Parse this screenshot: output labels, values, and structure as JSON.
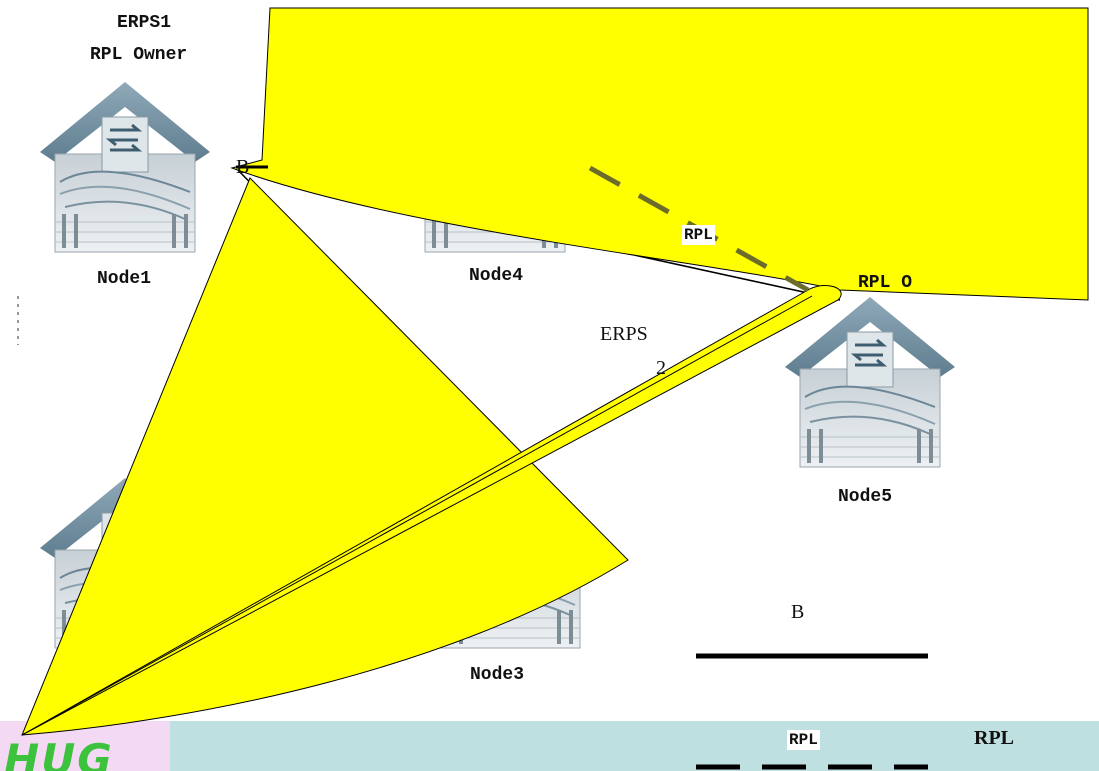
{
  "diagram": {
    "erps1_title": "ERPS1",
    "rpl_owner_label": "RPL Owner",
    "rpl_owner_label_partial": "RPL O",
    "erps2_label_line1": "ERPS",
    "erps2_label_line2": "2",
    "port_b_top": "B",
    "port_b_legend": "B",
    "rpl_link_label": "RPL",
    "legend_rpl_tag": "RPL",
    "legend_rpl_text": "RPL",
    "nodes": [
      {
        "id": "node1",
        "label": "Node1"
      },
      {
        "id": "node4",
        "label": "Node4"
      },
      {
        "id": "node5",
        "label": "Node5"
      },
      {
        "id": "node3",
        "label": "Node3"
      }
    ],
    "colors": {
      "overlay_fill": "#ffff00",
      "rpl_dash": "#6b6b2a",
      "line": "#000000",
      "footer_bar": "#bfe0e0",
      "logo_bg": "#f3d9f3",
      "logo_text": "#3cc23c"
    }
  }
}
